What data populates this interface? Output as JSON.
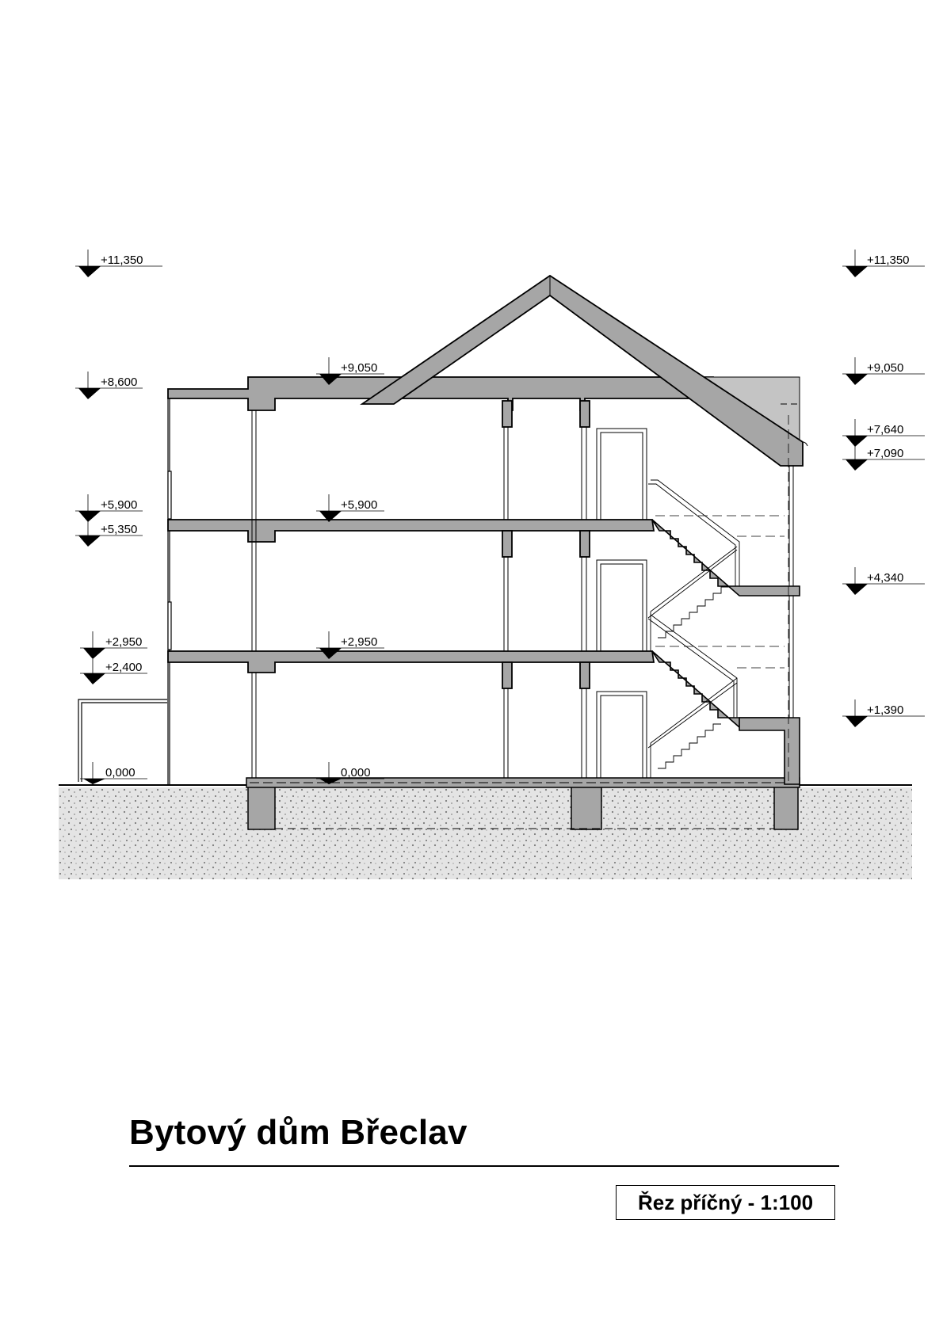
{
  "title": "Bytový dům Břeclav",
  "subtitle": "Řez příčný - 1:100",
  "levels": {
    "l_11350": "+11,350",
    "r_11350": "+11,350",
    "l_8600": "+8,600",
    "m_9050": "+9,050",
    "r_9050": "+9,050",
    "r_7640": "+7,640",
    "r_7090": "+7,090",
    "l_5900": "+5,900",
    "l_5350": "+5,350",
    "m_5900": "+5,900",
    "r_4340": "+4,340",
    "l_2950": "+2,950",
    "l_2400": "+2,400",
    "m_2950": "+2,950",
    "r_1390": "+1,390",
    "l_0000": "0,000",
    "m_0000": "0,000"
  },
  "colors": {
    "concrete": "#a6a6a6",
    "roof_overhang": "#c4c4c4",
    "soil": "#dcdcdc",
    "line": "#000000"
  }
}
